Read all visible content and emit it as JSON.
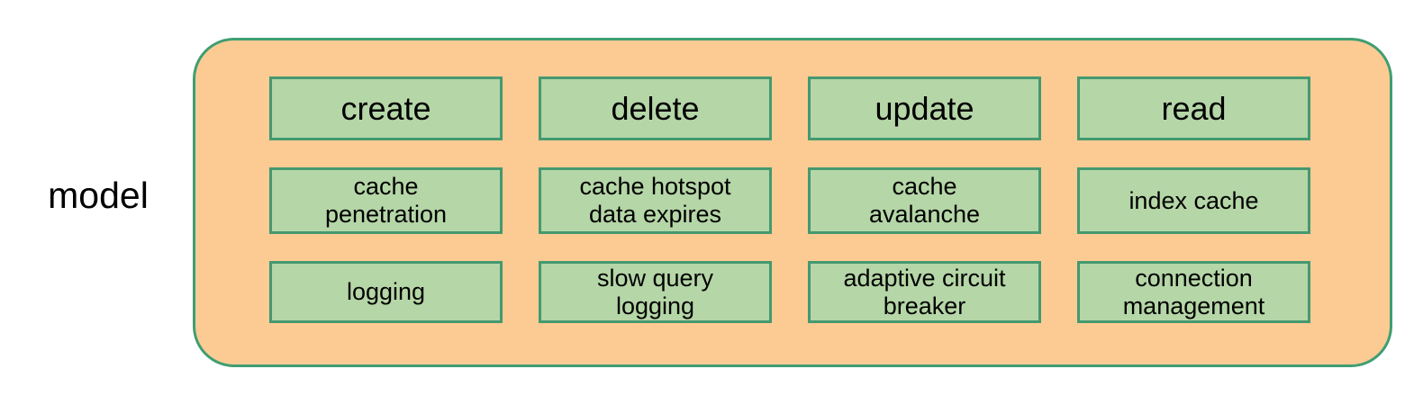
{
  "diagram": {
    "type": "grouped-node-diagram",
    "side_label": "model",
    "colors": {
      "group_fill": "#fccb94",
      "group_border": "#3f9e72",
      "node_fill": "#b5d6a7",
      "node_border": "#45996f",
      "text": "#000000",
      "background": "#ffffff"
    },
    "group": {
      "name": "model-group",
      "rows": [
        {
          "name": "operations-row",
          "nodes": [
            {
              "label": "create"
            },
            {
              "label": "delete"
            },
            {
              "label": "update"
            },
            {
              "label": "read"
            }
          ]
        },
        {
          "name": "cache-row",
          "nodes": [
            {
              "label": "cache\npenetration"
            },
            {
              "label": "cache hotspot\ndata expires"
            },
            {
              "label": "cache\navalanche"
            },
            {
              "label": "index cache"
            }
          ]
        },
        {
          "name": "reliability-row",
          "nodes": [
            {
              "label": "logging"
            },
            {
              "label": "slow query\nlogging"
            },
            {
              "label": "adaptive circuit\nbreaker"
            },
            {
              "label": "connection\nmanagement"
            }
          ]
        }
      ]
    }
  }
}
